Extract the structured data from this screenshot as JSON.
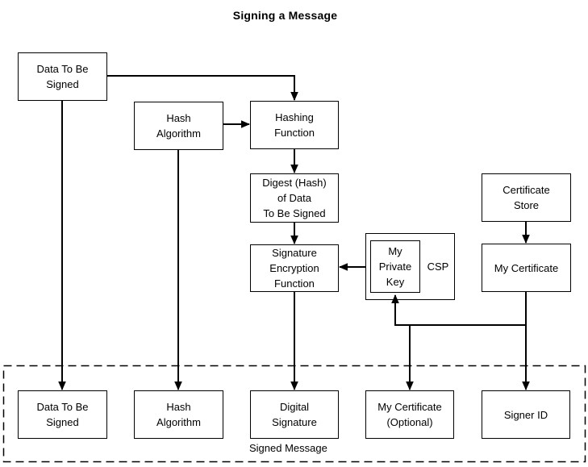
{
  "title": "Signing a Message",
  "nodes": {
    "data_top": "Data To Be\nSigned",
    "hash_alg_top": "Hash\nAlgorithm",
    "hashing_fn": "Hashing\nFunction",
    "digest": "Digest (Hash)\nof Data\nTo Be Signed",
    "sig_enc": "Signature\nEncryption\nFunction",
    "my_private_key": "My\nPrivate\nKey",
    "csp": "CSP",
    "cert_store": "Certificate\nStore",
    "my_cert": "My Certificate",
    "data_bottom": "Data To Be\nSigned",
    "hash_alg_bottom": "Hash\nAlgorithm",
    "digital_sig": "Digital\nSignature",
    "my_cert_opt": "My Certificate\n(Optional)",
    "signer_id": "Signer ID",
    "signed_message_label": "Signed Message"
  },
  "edges": [
    {
      "from": "data-to-be-signed",
      "to": "hashing-function"
    },
    {
      "from": "data-to-be-signed",
      "to": "data-to-be-signed-in-signed-message"
    },
    {
      "from": "hash-algorithm",
      "to": "hashing-function"
    },
    {
      "from": "hash-algorithm",
      "to": "hash-algorithm-in-signed-message"
    },
    {
      "from": "hashing-function",
      "to": "digest-hash-of-data-to-be-signed"
    },
    {
      "from": "digest-hash-of-data-to-be-signed",
      "to": "signature-encryption-function"
    },
    {
      "from": "my-private-key",
      "to": "signature-encryption-function"
    },
    {
      "from": "signature-encryption-function",
      "to": "digital-signature"
    },
    {
      "from": "certificate-store",
      "to": "my-certificate"
    },
    {
      "from": "my-certificate",
      "to": "my-private-key"
    },
    {
      "from": "my-certificate",
      "to": "my-certificate-optional"
    },
    {
      "from": "my-certificate",
      "to": "signer-id"
    }
  ],
  "colors": {
    "background": "#ffffff",
    "line": "#000000",
    "box_border": "#000000",
    "text": "#000000"
  }
}
